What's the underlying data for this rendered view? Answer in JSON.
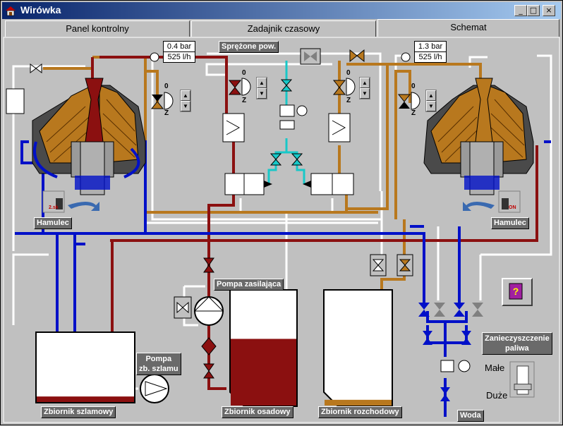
{
  "window": {
    "title": "Wirówka",
    "min_label": "_",
    "max_label": "□",
    "close_label": "×"
  },
  "tabs": [
    {
      "label": "Panel kontrolny"
    },
    {
      "label": "Zadajnik czasowy"
    },
    {
      "label": "Schemat"
    }
  ],
  "active_tab": "Schemat",
  "left_separator": {
    "pressure": "0.4 bar",
    "flow": "525 l/h",
    "brake_label": "Hamulec",
    "brake_badge": "2.sk"
  },
  "right_separator": {
    "pressure": "1.3 bar",
    "flow": "525 l/h",
    "brake_label": "Hamulec",
    "brake_badge": "ON"
  },
  "labels": {
    "compressed_air": "Sprężone pow.",
    "feed_pump": "Pompa zasilająca",
    "sludge_pump_line1": "Pompa",
    "sludge_pump_line2": "zb. szlamu",
    "sludge_tank": "Zbiornik szlamowy",
    "settling_tank": "Zbiornik osadowy",
    "service_tank": "Zbiornik rozchodowy",
    "water": "Woda",
    "fuel_contamination_line1": "Zanieczyszczenie",
    "fuel_contamination_line2": "paliwa",
    "small": "Małe",
    "large": "Duże"
  },
  "valve_marks": {
    "open": "0",
    "closed": "Z"
  },
  "colors": {
    "oil": "#b8781e",
    "sludge": "#8b1010",
    "water": "#0010c8",
    "air": "#18c8c8",
    "white_line": "#ffffff",
    "panel": "#c0c0c0",
    "label_bg": "#6a6a6a"
  },
  "tanks": {
    "settling_level": 0.58,
    "service_level": 0.05,
    "sludge_level": 0.08
  },
  "contamination_slider": 0.2
}
